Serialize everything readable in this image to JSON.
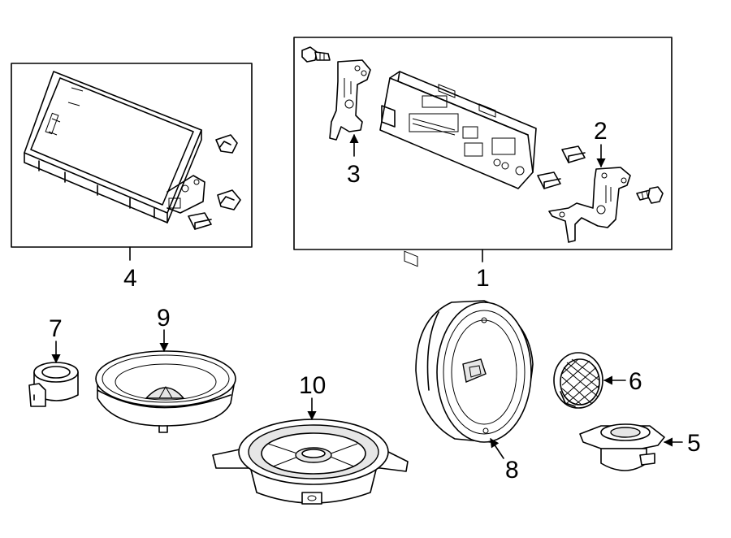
{
  "callouts": {
    "c1": "1",
    "c2": "2",
    "c3": "3",
    "c4": "4",
    "c5": "5",
    "c6": "6",
    "c7": "7",
    "c8": "8",
    "c9": "9",
    "c10": "10"
  },
  "parts": [
    {
      "callout": "1",
      "icon": "radio-receiver-assembly-icon"
    },
    {
      "callout": "2",
      "icon": "right-mounting-bracket-icon"
    },
    {
      "callout": "3",
      "icon": "left-mounting-bracket-icon"
    },
    {
      "callout": "4",
      "icon": "display-unit-icon"
    },
    {
      "callout": "5",
      "icon": "tweeter-speaker-icon"
    },
    {
      "callout": "6",
      "icon": "round-grille-speaker-icon"
    },
    {
      "callout": "7",
      "icon": "small-tweeter-icon"
    },
    {
      "callout": "8",
      "icon": "door-speaker-icon"
    },
    {
      "callout": "9",
      "icon": "oval-speaker-icon"
    },
    {
      "callout": "10",
      "icon": "subwoofer-speaker-icon"
    }
  ],
  "colors": {
    "line": "#000000",
    "background": "#ffffff",
    "shade": "#e6e6e6"
  }
}
